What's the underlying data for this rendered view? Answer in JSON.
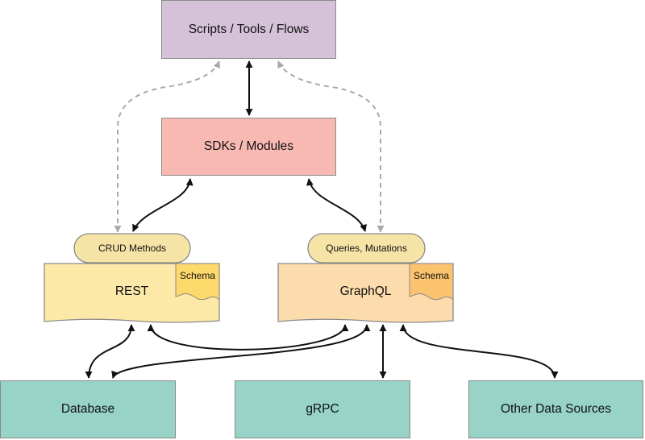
{
  "nodes": {
    "scripts": "Scripts / Tools / Flows",
    "sdks": "SDKs / Modules",
    "rest": "REST",
    "rest_schema": "Schema",
    "rest_methods": "CRUD Methods",
    "graphql": "GraphQL",
    "graphql_schema": "Schema",
    "graphql_methods": "Queries, Mutations",
    "database": "Database",
    "grpc": "gRPC",
    "other": "Other Data Sources"
  },
  "colors": {
    "scripts": "#d5c1d8",
    "sdks": "#f9b9b3",
    "rest": "#fde9a7",
    "rest_schema": "#fdd86a",
    "graphql": "#fcdcac",
    "graphql_schema": "#fcc36f",
    "oval": "#f6e4a6",
    "datasource": "#97d3c7"
  }
}
